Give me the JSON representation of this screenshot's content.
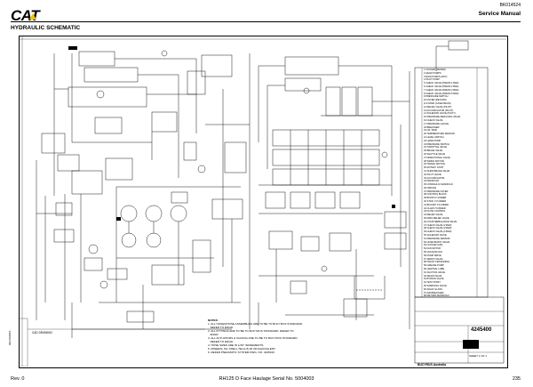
{
  "header": {
    "brand": "CAT",
    "doc_number": "BK014524",
    "manual": "Service Manual"
  },
  "page_title": "HYDRAULIC SCHEMATIC",
  "footer": {
    "revision": "Rev. 0",
    "center": "RH125 D Face Haulage Serial No. 5004003",
    "page_number": "235"
  },
  "title_block": {
    "company": "BUCYRUS Australia",
    "drawing_number": "4245400",
    "sheet": "SHEET 1 OF 1"
  },
  "notes": {
    "heading": "NOTES:",
    "lines": [
      "1. ALL HOSES/HOSE ASSEMBLIES ARE TO BE TO BUCYRUS STANDARD.",
      "   REFER TO ENGR.",
      "2. ALL FITTINGS ARE TO BE TO BUCYRUS STANDARD. REFER TO",
      "   ENGR.",
      "3. ALL ACTUATORS & VALVING ARE TO BE TO BUCYRUS STANDARD.",
      "   REFER TO ENGR.",
      "4. HOSE SIZES ARE IN 1/16\" INCREMENTS.",
      "5. MINERAL OIL SHELL TELLUS 46 OR EQUIVALENT.",
      "6. REFER PNEUMATIC SYSTEM DWG. NO. 4245100"
    ]
  },
  "stamps": {
    "cad_drawing": "CAD DRAWING",
    "revisions": "REVISIONS"
  },
  "parts_list": [
    "1 COOLER (WATER)",
    "2 GEAR PUMPS",
    "3 MAIN PUMPS (HPV)",
    "4 PILOT PUMP",
    "5 CHECK VALVE (PRESS 1 BAR)",
    "6 CHECK VALVE (PRESS 2 BAR)",
    "7 CHECK VALVE (PRESS 3 BAR)",
    "8 CHECK VALVE (PRESS 5 BAR)",
    "9 PRESSURE SWITCH",
    "10 FILTER (RETURN)",
    "11 FILTER (CASE DRAIN)",
    "12 RELIEF VALVE (PILOT)",
    "13 ACCUMULATOR (PILOT)",
    "14 SOLENOID VALVE (PILOT)",
    "15 PRESSURE REDUCING VALVE",
    "16 CHECK VALVE",
    "17 PRESSURE GAUGE",
    "18 BREATHER",
    "19 OIL TANK",
    "20 TEMPERATURE SENSOR",
    "21 LEVEL SWITCH",
    "22 HAND PUMP",
    "23 PRESSURE SWITCH",
    "24 THROTTLE VALVE",
    "25 BRAKE VALVE",
    "26 SHUTTLE VALVE",
    "27 DIRECTIONAL VALVE",
    "28 SWING MOTOR",
    "29 TRAVEL MOTOR",
    "30 ROTARY JOINT",
    "31 SLEW BRAKE VALVE",
    "32 PILOT VALVE",
    "33 ACCUMULATOR",
    "34 MANIFOLD",
    "35 HYDRAULIC MANIFOLD",
    "36 ORIFICE",
    "37 PRESSURE FILTER",
    "38 CONTROL BLOCK",
    "39 BOOM CYLINDER",
    "40 STICK CYLINDER",
    "41 BUCKET CYLINDER",
    "42 CLAM CYLINDER",
    "43 FLOW CONTROL",
    "44 RELIEF VALVE",
    "45 MAIN RELIEF VALVE",
    "46 COUNTERBALANCE VALVE",
    "47 CHECK VALVE (2 BAR)",
    "48 CHECK VALVE (3 BAR)",
    "49 CHECK VALVE (4 BAR)",
    "50 SOLENOID VALVE",
    "51 PRESSURE SENSOR",
    "52 HOSE BURST VALVE",
    "53 COOLER (AIR)",
    "54 FAN MOTOR",
    "55 VALVE BLOCK",
    "56 PUMP DRIVE",
    "57 SERVO VALVE",
    "58 TRACK TENSIONING",
    "59 GREASE PUMP",
    "60 CENTRAL LUBE",
    "61 SUCTION VALVE",
    "62 DRAIN VALVE",
    "63 BYPASS VALVE",
    "64 TEST POINT",
    "65 SAMPLING VALVE",
    "66 SIGHT GLASS",
    "67 AIR BREATHER",
    "68 RETURN MANIFOLD",
    "69 CASE DRAIN MANIFOLD",
    "70 SWIVEL"
  ]
}
